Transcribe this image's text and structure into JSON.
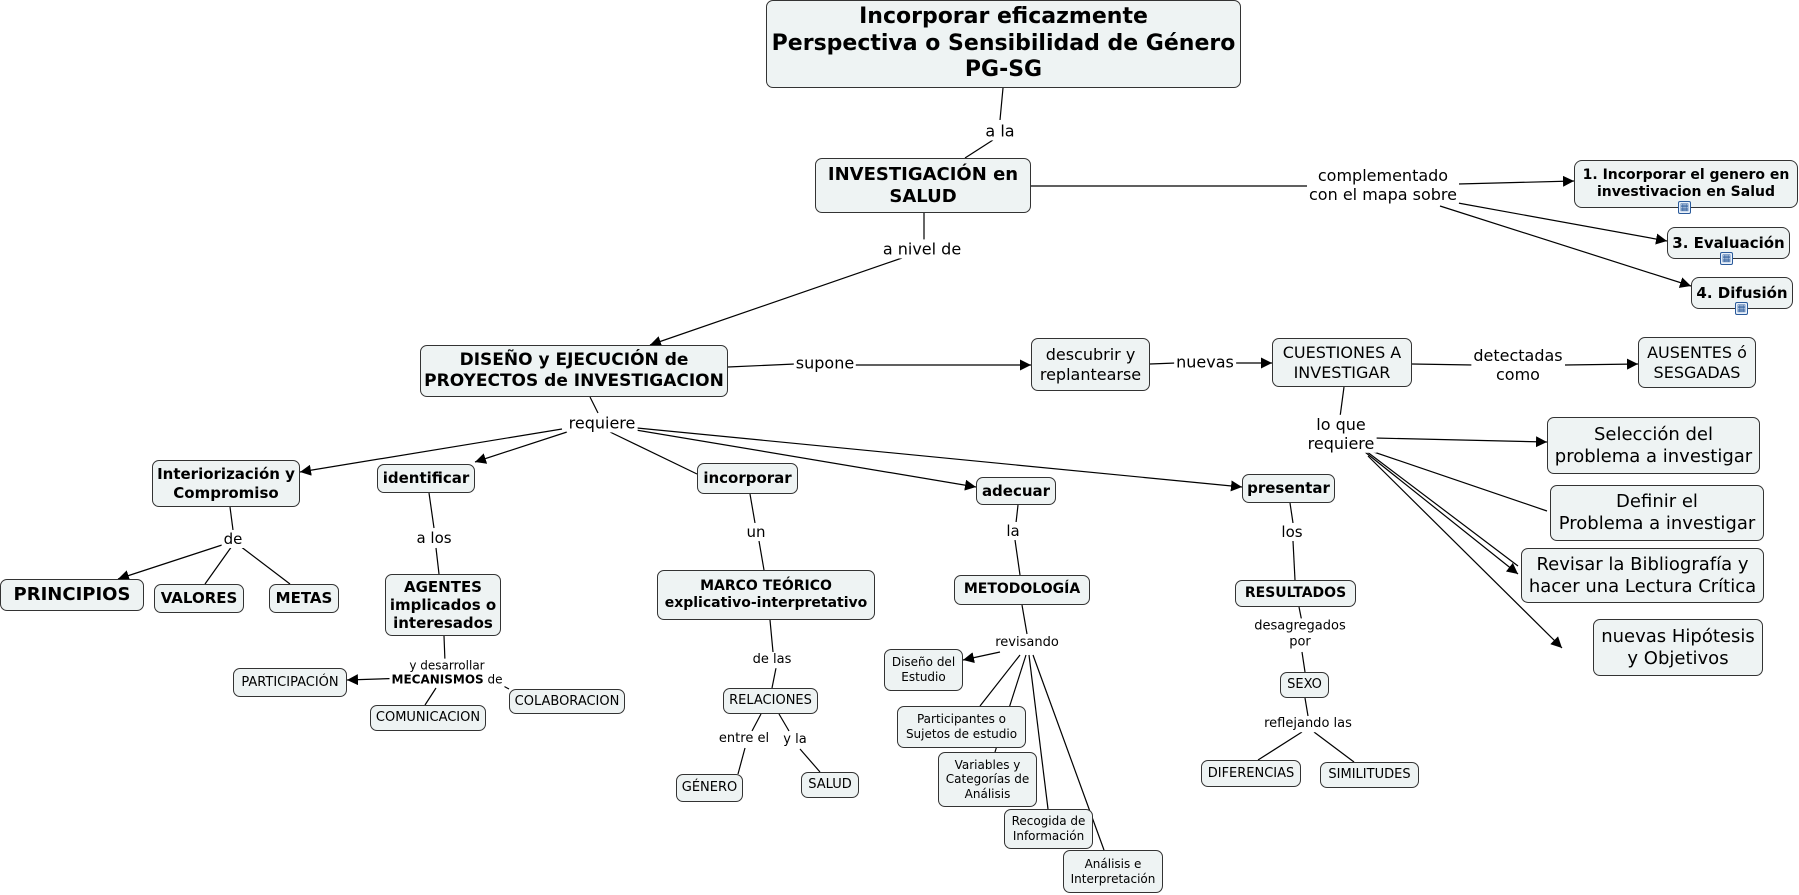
{
  "colors": {
    "node_fill": "#eef3f3",
    "node_border": "#333333",
    "line": "#000000"
  },
  "nodes": {
    "title": [
      "Incorporar eficazmente",
      "Perspectiva o Sensibilidad de Género",
      "PG-SG"
    ],
    "investigacion": [
      "INVESTIGACIÓN en",
      "SALUD"
    ],
    "diseno": [
      "DISEÑO y EJECUCIÓN de",
      "PROYECTOS de INVESTIGACION"
    ],
    "descubrir": [
      "descubrir y",
      "replantearse"
    ],
    "cuestiones": [
      "CUESTIONES A",
      "INVESTIGAR"
    ],
    "ausentes": [
      "AUSENTES ó",
      "SESGADAS"
    ],
    "map1": [
      "1. Incorporar el genero en",
      "investivacion en Salud"
    ],
    "map3": [
      "3. Evaluación"
    ],
    "map4": [
      "4. Difusión"
    ],
    "seleccion": [
      "Selección del",
      "problema a investigar"
    ],
    "definir": [
      "Definir el",
      "Problema a investigar"
    ],
    "revisar": [
      "Revisar la Bibliografía y",
      "hacer una Lectura Crítica"
    ],
    "hipotesis": [
      "nuevas Hipótesis",
      "y Objetivos"
    ],
    "interiorizacion": [
      "Interiorización y",
      "Compromiso"
    ],
    "identificar": [
      "identificar"
    ],
    "incorporar": [
      "incorporar"
    ],
    "adecuar": [
      "adecuar"
    ],
    "presentar": [
      "presentar"
    ],
    "principios": [
      "PRINCIPIOS"
    ],
    "valores": [
      "VALORES"
    ],
    "metas": [
      "METAS"
    ],
    "agentes": [
      "AGENTES",
      "implicados o",
      "interesados"
    ],
    "participacion": [
      "PARTICIPACIÓN"
    ],
    "comunicacion": [
      "COMUNICACION"
    ],
    "colaboracion": [
      "COLABORACION"
    ],
    "marco": [
      "MARCO TEÓRICO",
      "explicativo-interpretativo"
    ],
    "relaciones": [
      "RELACIONES"
    ],
    "genero": [
      "GÉNERO"
    ],
    "salud": [
      "SALUD"
    ],
    "metodologia": [
      "METODOLOGÍA"
    ],
    "diseno_estudio": [
      "Diseño del",
      "Estudio"
    ],
    "participantes": [
      "Participantes o",
      "Sujetos de estudio"
    ],
    "variables": [
      "Variables y",
      "Categorías de",
      "Análisis"
    ],
    "recogida": [
      "Recogida de",
      "Información"
    ],
    "analisis": [
      "Análisis e",
      "Interpretación"
    ],
    "resultados": [
      "RESULTADOS"
    ],
    "sexo": [
      "SEXO"
    ],
    "diferencias": [
      "DIFERENCIAS"
    ],
    "similitudes": [
      "SIMILITUDES"
    ]
  },
  "labels": {
    "a_la": [
      "a la"
    ],
    "complementado": [
      "complementado",
      "con el mapa sobre"
    ],
    "a_nivel_de": [
      "a nivel de"
    ],
    "supone": [
      "supone"
    ],
    "nuevas": [
      "nuevas"
    ],
    "detectadas": [
      "detectadas",
      "como"
    ],
    "lo_que": [
      "lo que",
      "requiere"
    ],
    "requiere": [
      "requiere"
    ],
    "de": [
      "de"
    ],
    "a_los": [
      "a los"
    ],
    "desarrollar": [
      "y desarrollar"
    ],
    "mecanismos_word": "MECANISMOS",
    "mecanismos_de": " de",
    "un": [
      "un"
    ],
    "de_las": [
      "de las"
    ],
    "entre_el": [
      "entre el"
    ],
    "y_la": [
      "y la"
    ],
    "la": [
      "la"
    ],
    "revisando": [
      "revisando"
    ],
    "los": [
      "los"
    ],
    "desagregados": [
      "desagregados",
      "por"
    ],
    "reflejando": [
      "reflejando las"
    ]
  },
  "icons": [
    "concept-map-icon",
    "concept-map-icon",
    "concept-map-icon"
  ]
}
